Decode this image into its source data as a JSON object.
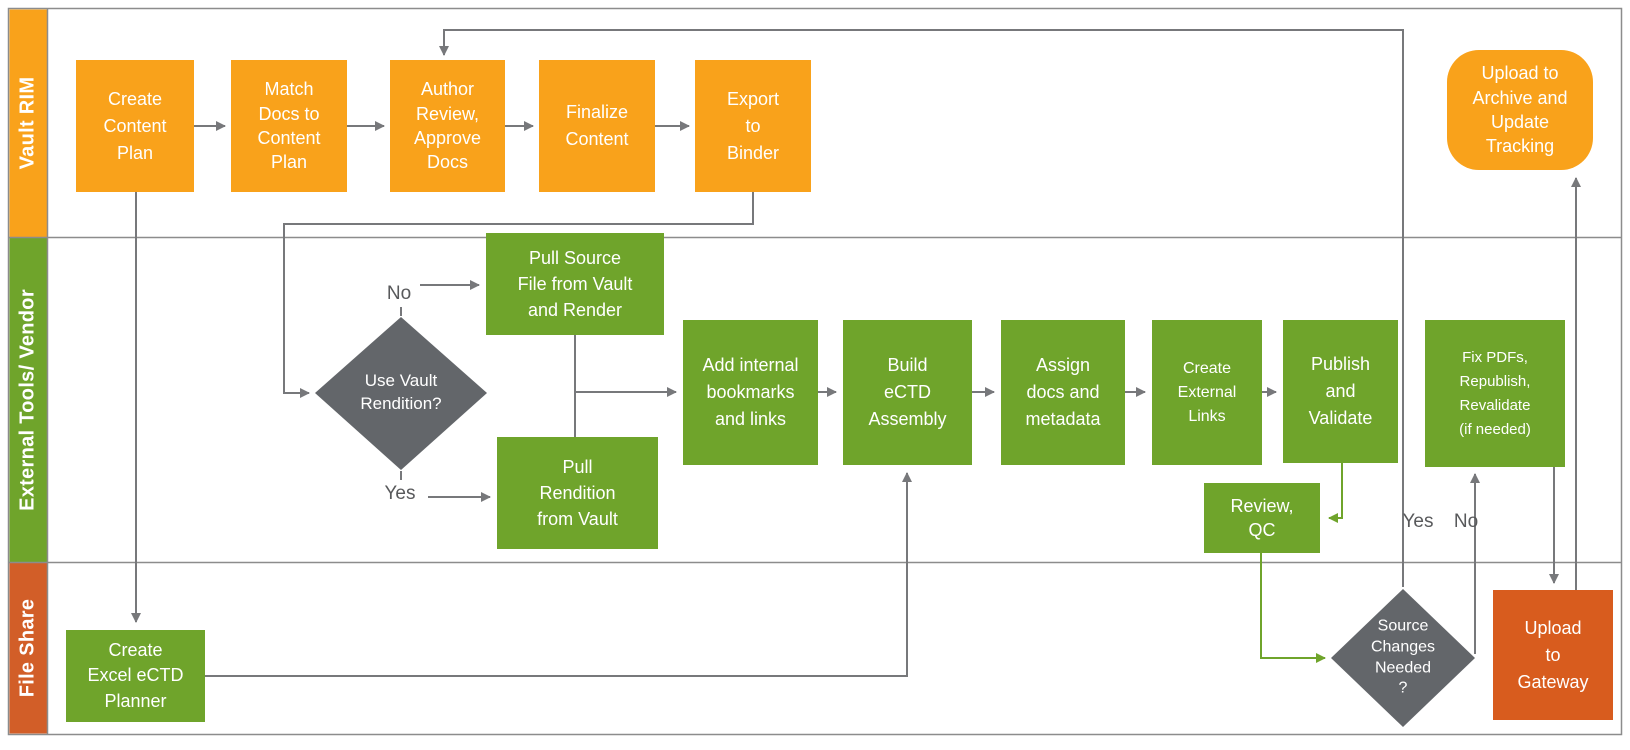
{
  "lanes": {
    "vault_rim": "Vault RIM",
    "external_tools_vendor": "External Tools/ Vendor",
    "file_share": "File Share"
  },
  "nodes": {
    "create_content_plan": "Create\nContent\nPlan",
    "match_docs_to_content_plan": "Match\nDocs to\nContent\nPlan",
    "author_review_approve_docs": "Author\nReview,\nApprove\nDocs",
    "finalize_content": "Finalize\nContent",
    "export_to_binder": "Export\nto\nBinder",
    "upload_to_archive": "Upload to\nArchive and\nUpdate\nTracking",
    "pull_source_file": "Pull Source\nFile from Vault\nand Render",
    "use_vault_rendition": "Use Vault\nRendition?",
    "pull_rendition_from_vault": "Pull\nRendition\nfrom Vault",
    "add_internal_bookmarks": "Add internal\nbookmarks\nand links",
    "build_ectd_assembly": "Build\neCTD\nAssembly",
    "assign_docs_metadata": "Assign\ndocs and\nmetadata",
    "create_external_links": "Create\nExternal\nLinks",
    "publish_and_validate": "Publish\nand\nValidate",
    "fix_pdfs": "Fix PDFs,\nRepublish,\nRevalidate\n(if needed)",
    "review_qc": "Review,\nQC",
    "create_excel_ectd_planner": "Create\nExcel eCTD\nPlanner",
    "source_changes_needed": "Source\nChanges\nNeeded\n?",
    "upload_to_gateway": "Upload\nto\nGateway"
  },
  "edge_labels": {
    "use_rendition_no": "No",
    "use_rendition_yes": "Yes",
    "source_changes_yes": "Yes",
    "source_changes_no": "No"
  },
  "colors": {
    "process_orange": "#F9A21B",
    "process_green": "#6FA42B",
    "process_rust": "#D85C1E",
    "lane_file_share_band": "#D25E28",
    "decision_gray": "#63666A",
    "connector_gray": "#77787B",
    "connector_green": "#6FA42B",
    "frame_gray": "#8C8C8C",
    "edge_label_gray": "#58595B"
  }
}
